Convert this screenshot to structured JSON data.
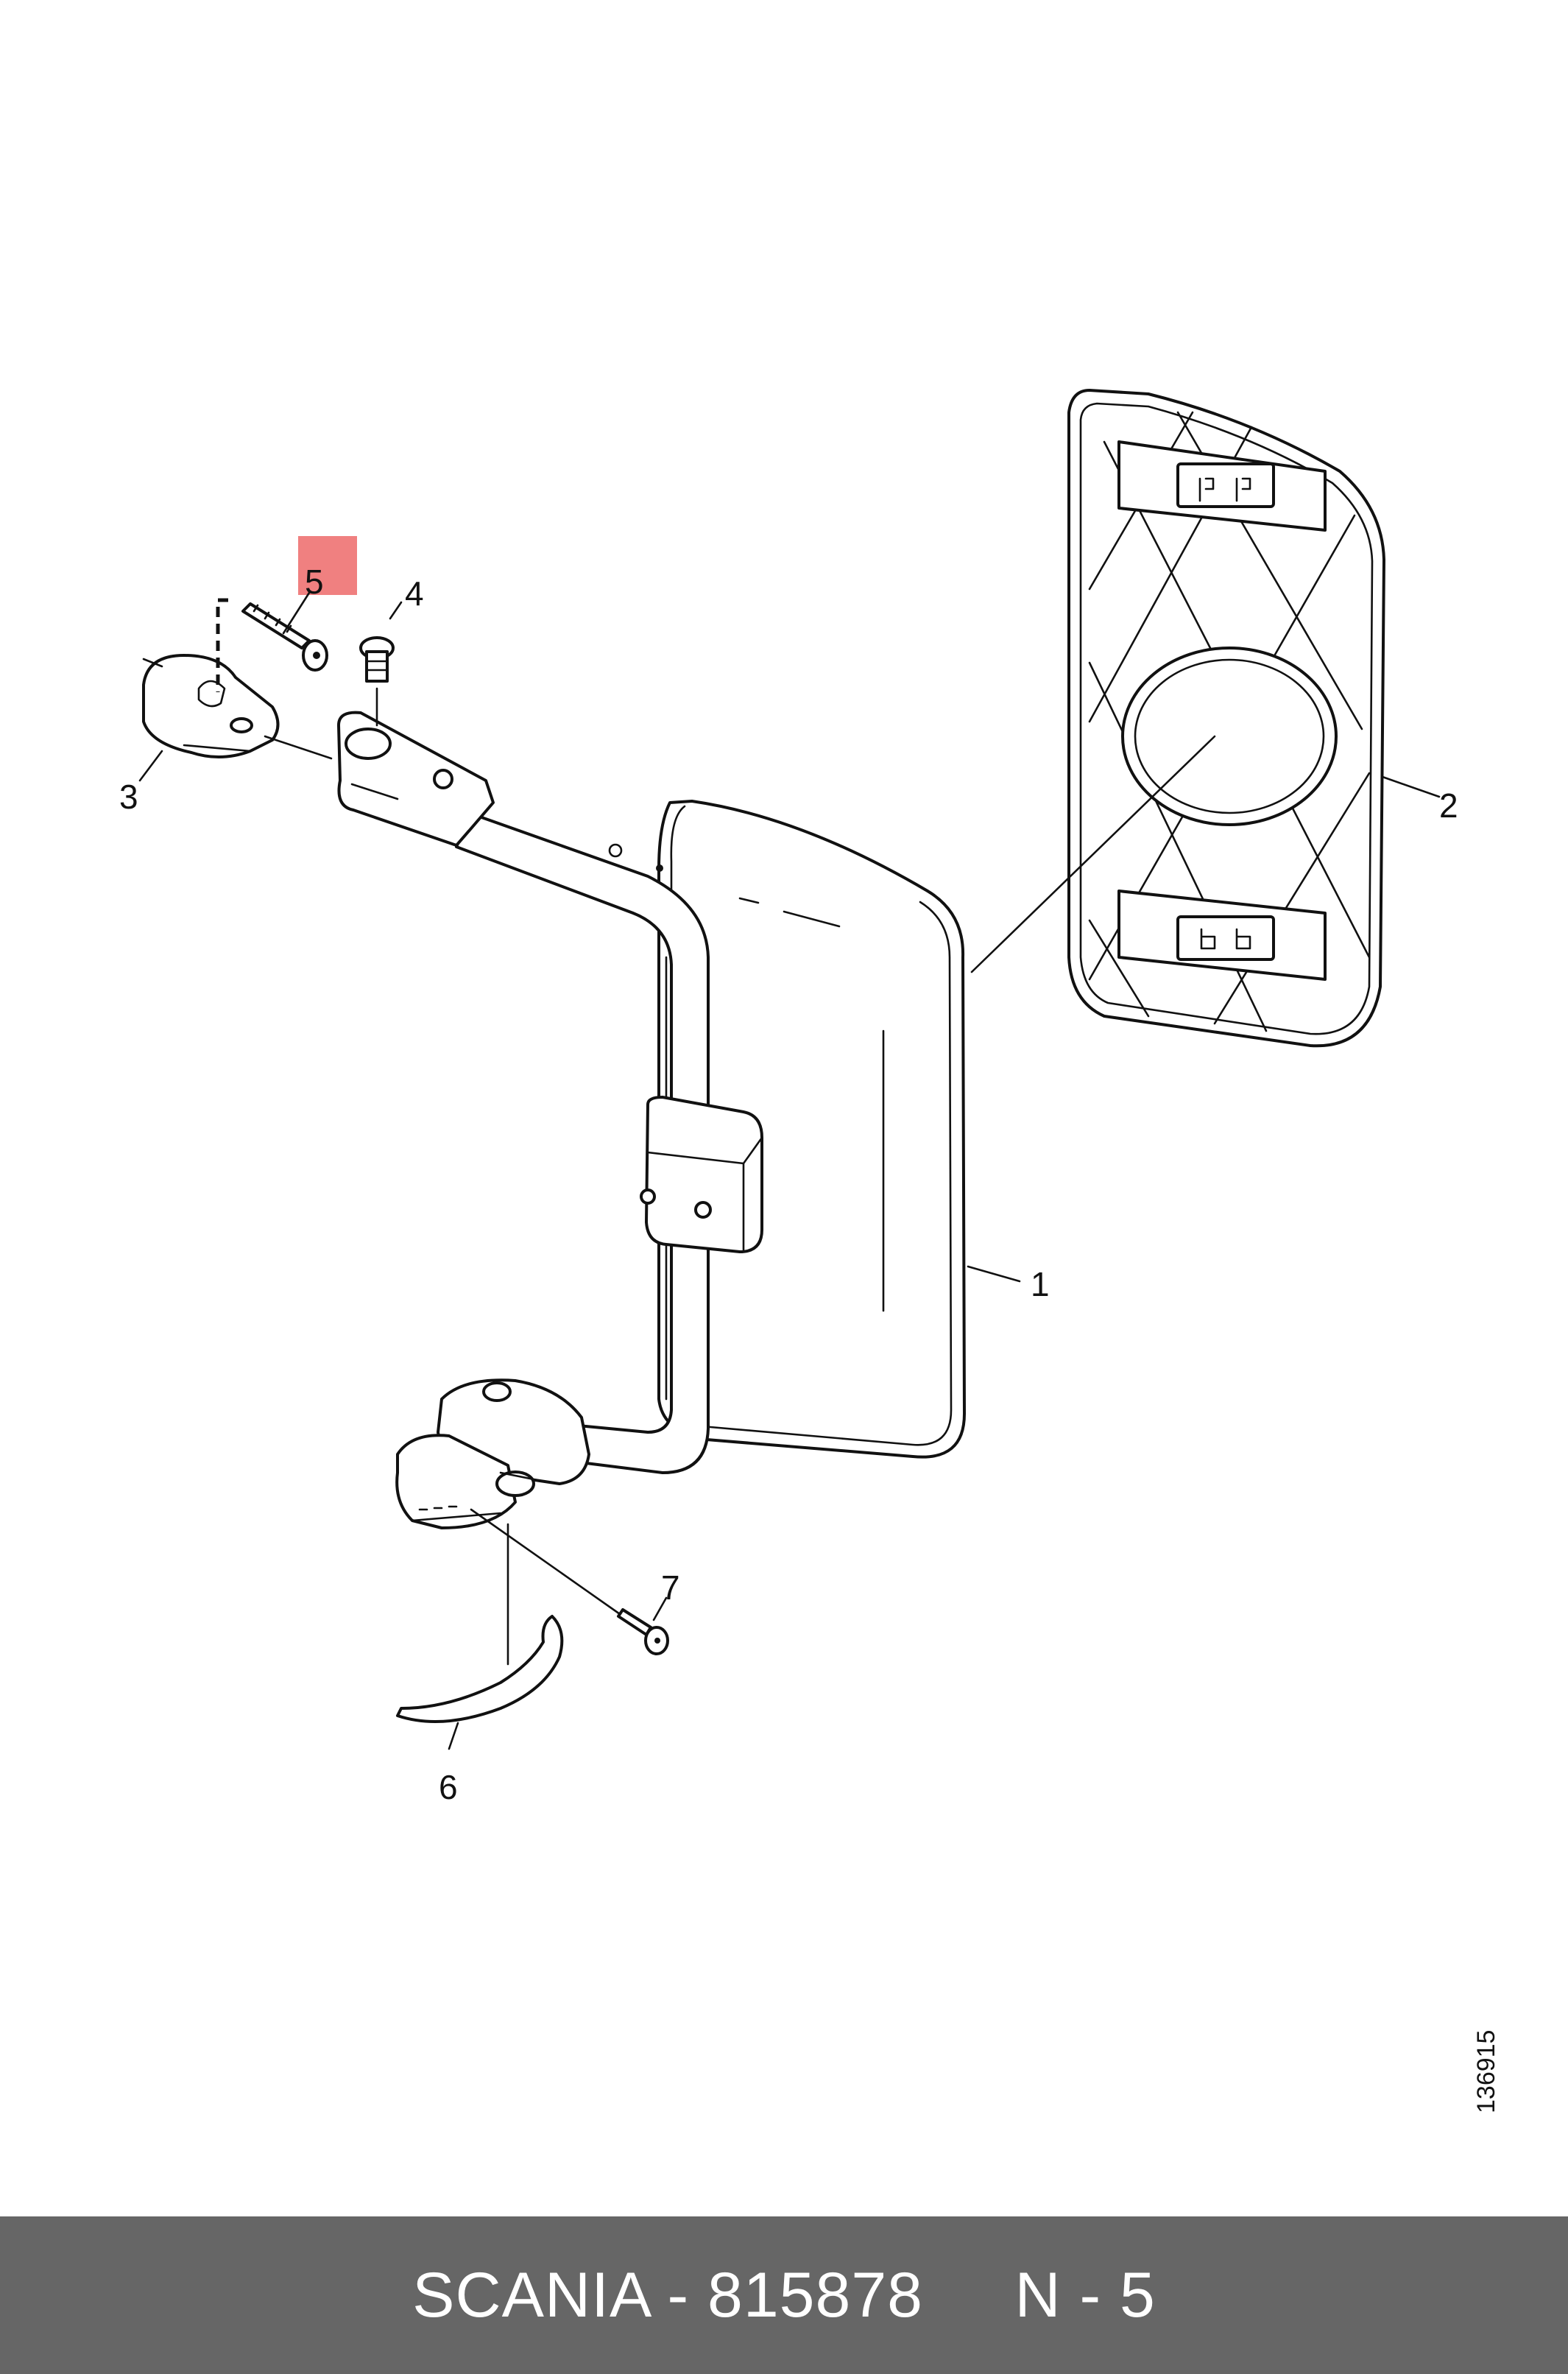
{
  "drawing": {
    "callouts": [
      "1",
      "2",
      "3",
      "4",
      "5",
      "6",
      "7"
    ],
    "drawing_number": "136915"
  },
  "footer": {
    "text": "SCANIA - 815878     N - 5",
    "background_color": "#666666",
    "text_color": "#ffffff"
  },
  "highlight": {
    "part": "5",
    "color": "#f08080"
  }
}
